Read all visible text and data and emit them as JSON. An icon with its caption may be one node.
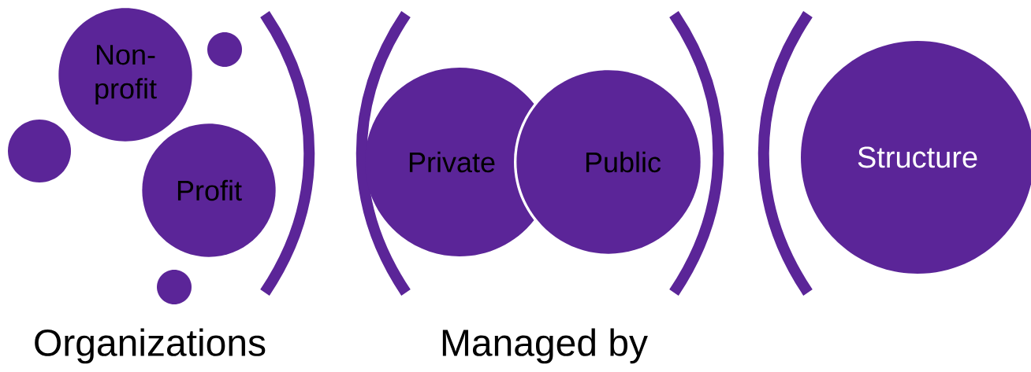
{
  "diagram": {
    "nodes": [
      {
        "text": [],
        "shape": "circle"
      },
      {
        "text": [],
        "shape": "circle"
      },
      {
        "text": [],
        "shape": "circle"
      },
      {
        "text": [
          "Non-profit"
        ]
      },
      {
        "text": [
          "Profit"
        ]
      },
      {
        "text": [
          "Private"
        ]
      },
      {
        "text": [
          "Public"
        ]
      },
      {
        "text": [
          "Structure"
        ]
      }
    ],
    "labels": [
      "Organizations",
      "Managed by"
    ]
  }
}
